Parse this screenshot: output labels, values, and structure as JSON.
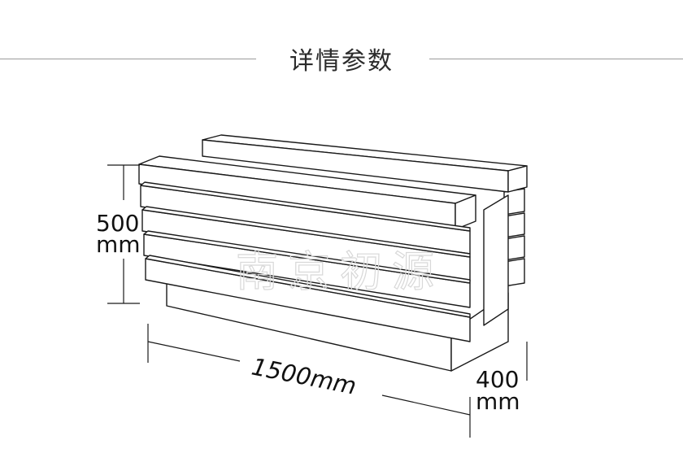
{
  "header": {
    "title": "详情参数"
  },
  "dimensions": {
    "height_value": "500",
    "height_unit": "mm",
    "length_label": "1500mm",
    "depth_value": "400",
    "depth_unit": "mm"
  },
  "watermark": "南京初源"
}
